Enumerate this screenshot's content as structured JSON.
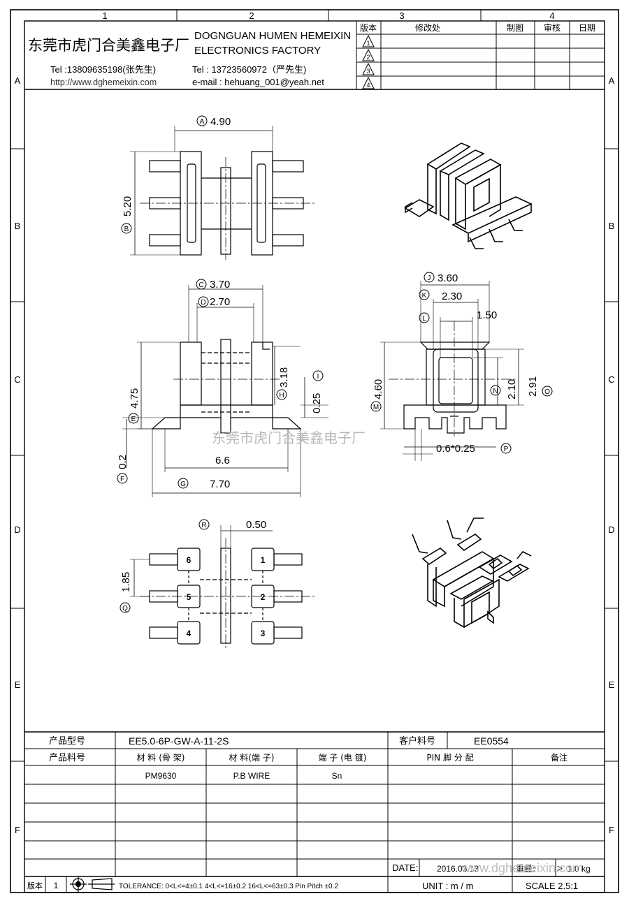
{
  "zones": {
    "columns": [
      "1",
      "2",
      "3",
      "4"
    ],
    "rows": [
      "A",
      "B",
      "C",
      "D",
      "E",
      "F"
    ]
  },
  "company": {
    "name_cn": "东莞市虎门合美鑫电子厂",
    "name_en_line1": "DOGNGUAN HUMEN HEMEIXIN",
    "name_en_line2": "ELECTRONICS FACTORY",
    "tel1": "Tel :13809635198(张先生)",
    "tel2": "Tel : 13723560972（严先生)",
    "website": "http://www.dghemeixin.com",
    "email": "e-mail : hehuang_001@yeah.net",
    "watermark": "东莞市虎门合美鑫电子厂"
  },
  "revision_table": {
    "headers": [
      "版本",
      "修改处",
      "制图",
      "审核",
      "日期"
    ],
    "rows": [
      "1",
      "2",
      "3",
      "4"
    ]
  },
  "dimensions": {
    "A": "4.90",
    "B": "5.20",
    "C": "3.70",
    "D": "2.70",
    "E": "4.75",
    "F": "0.2",
    "G": "7.70",
    "H": "3.18",
    "I": "0.25",
    "J": "3.60",
    "K": "2.30",
    "L": "1.50",
    "M": "4.60",
    "N": "2.10",
    "O": "2.91",
    "P": "0.6*0.25",
    "Q": "1.85",
    "R": "0.50",
    "inner_66": "6.6"
  },
  "pins": [
    "1",
    "2",
    "3",
    "4",
    "5",
    "6"
  ],
  "bottom_table": {
    "product_model_label": "产品型号",
    "product_model": "EE5.0-6P-GW-A-11-2S",
    "customer_part_label": "客户料号",
    "customer_part": "EE0554",
    "product_part_label": "产品料号",
    "col_material_frame": "材 料 (骨 架)",
    "col_material_pin": "材 料(端 子)",
    "col_pin_plating": "端 子 (电 镀)",
    "col_pin_assign": "PIN 脚 分 配",
    "col_remark": "备注",
    "material_frame": "PM9630",
    "material_pin": "P.B WIRE",
    "plating": "Sn",
    "date_label": "DATE:",
    "date_value": "2016.03.13",
    "weight_label": "重量:",
    "weight_value": "1.0 kg",
    "weight_mark": ">",
    "unit": "UNIT : m / m",
    "scale": "SCALE  2.5:1",
    "version_label": "版本",
    "version_value": "1",
    "tolerance": "TOLERANCE:  0<L<=4±0.1  4<L<=16±0.2  16<L<=63±0.3  Pin Pitch  ±0.2",
    "watermark2": "www.dghemeixin.com"
  }
}
